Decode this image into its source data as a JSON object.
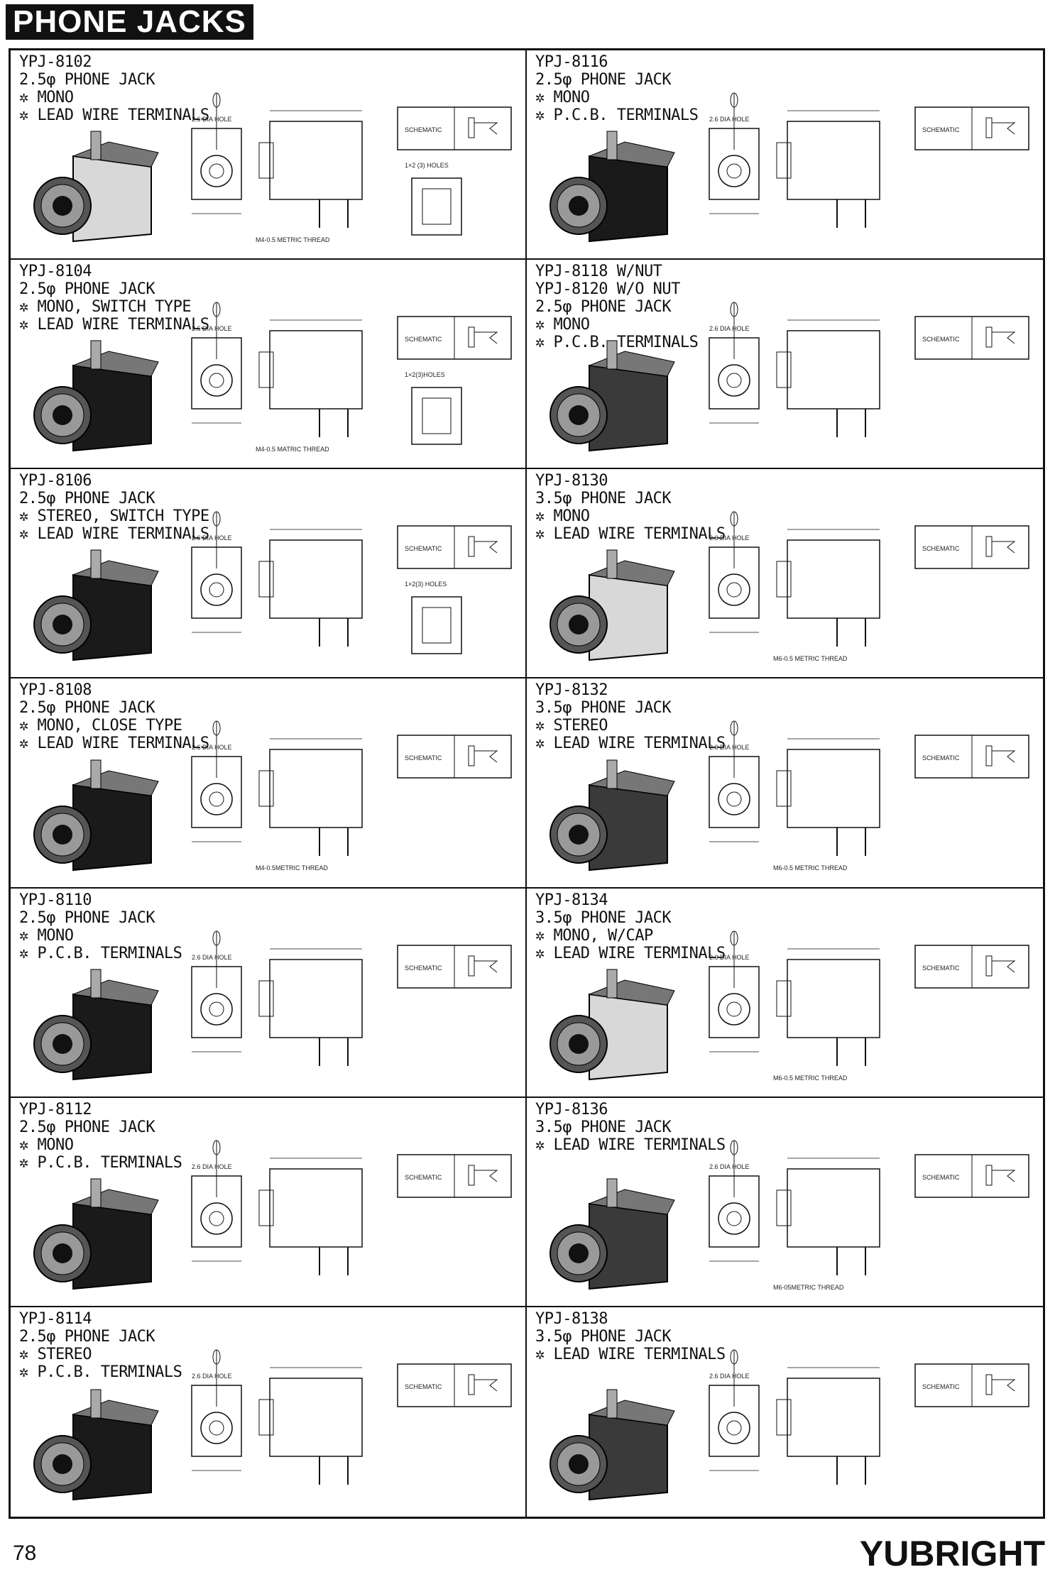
{
  "header": {
    "title": "PHONE JACKS"
  },
  "common": {
    "schematic": "SCHEMATIC",
    "hole": "2.6 DIA HOLE"
  },
  "products": [
    {
      "lines": [
        "YPJ-8102",
        "2.5φ PHONE JACK",
        "✲ MONO",
        "✲ LEAD WIRE TERMINALS"
      ],
      "thread": "M4-0.5 METRIC THREAD",
      "holes": "1×2 (3) HOLES"
    },
    {
      "lines": [
        "YPJ-8116",
        "2.5φ PHONE JACK",
        "✲ MONO",
        "✲ P.C.B. TERMINALS"
      ],
      "thread": "",
      "holes": ""
    },
    {
      "lines": [
        "YPJ-8104",
        "2.5φ PHONE JACK",
        "✲ MONO, SWITCH TYPE",
        "✲ LEAD WIRE TERMINALS"
      ],
      "thread": "M4-0.5 MATRIC THREAD",
      "holes": "1×2(3)HOLES"
    },
    {
      "lines": [
        "YPJ-8118 W/NUT",
        "YPJ-8120 W/O NUT",
        "2.5φ PHONE JACK",
        "✲ MONO",
        "✲ P.C.B. TERMINALS"
      ],
      "thread": "",
      "holes": ""
    },
    {
      "lines": [
        "YPJ-8106",
        "2.5φ PHONE JACK",
        "✲ STEREO, SWITCH TYPE",
        "✲ LEAD WIRE TERMINALS"
      ],
      "thread": "",
      "holes": "1×2(3) HOLES"
    },
    {
      "lines": [
        "YPJ-8130",
        "3.5φ PHONE JACK",
        "✲ MONO",
        "✲ LEAD WIRE TERMINALS"
      ],
      "thread": "M6-0.5 METRIC THREAD",
      "holes": ""
    },
    {
      "lines": [
        "YPJ-8108",
        "2.5φ PHONE JACK",
        "✲ MONO, CLOSE TYPE",
        "✲ LEAD WIRE TERMINALS"
      ],
      "thread": "M4-0.5METRIC THREAD",
      "holes": ""
    },
    {
      "lines": [
        "YPJ-8132",
        "3.5φ PHONE JACK",
        "✲ STEREO",
        "✲ LEAD WIRE TERMINALS"
      ],
      "thread": "M6-0.5 METRIC THREAD",
      "holes": ""
    },
    {
      "lines": [
        "YPJ-8110",
        "2.5φ PHONE JACK",
        "✲ MONO",
        "✲ P.C.B. TERMINALS"
      ],
      "thread": "",
      "holes": ""
    },
    {
      "lines": [
        "YPJ-8134",
        "3.5φ PHONE JACK",
        "✲ MONO, W/CAP",
        "✲ LEAD WIRE TERMINALS"
      ],
      "thread": "M6-0.5 METRIC THREAD",
      "holes": ""
    },
    {
      "lines": [
        "YPJ-8112",
        "2.5φ PHONE JACK",
        "✲ MONO",
        "✲ P.C.B. TERMINALS"
      ],
      "thread": "",
      "holes": ""
    },
    {
      "lines": [
        "YPJ-8136",
        "3.5φ PHONE JACK",
        "✲ LEAD WIRE TERMINALS"
      ],
      "thread": "M6-05METRIC THREAD",
      "holes": ""
    },
    {
      "lines": [
        "YPJ-8114",
        "2.5φ PHONE JACK",
        "✲ STEREO",
        "✲ P.C.B. TERMINALS"
      ],
      "thread": "",
      "holes": ""
    },
    {
      "lines": [
        "YPJ-8138",
        "3.5φ PHONE JACK",
        "✲ LEAD WIRE TERMINALS"
      ],
      "thread": "",
      "holes": ""
    }
  ],
  "footer": {
    "page": "78",
    "brand": "YUBRIGHT"
  }
}
